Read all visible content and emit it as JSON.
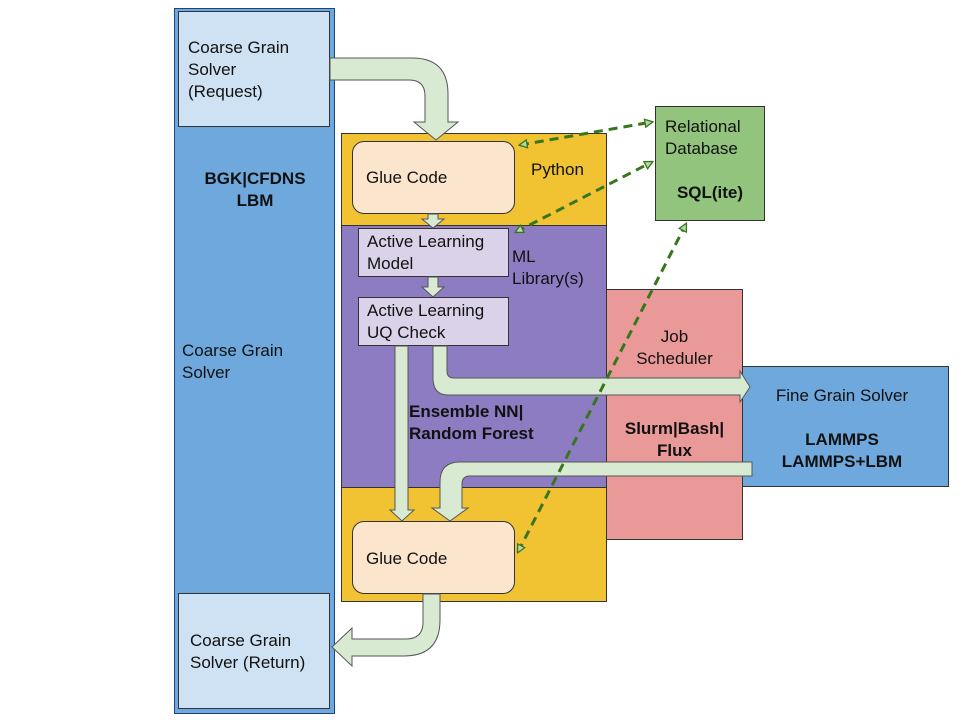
{
  "coarse_grain": {
    "request_label": "Coarse Grain\nSolver\n(Request)",
    "codes_label": "BGK|CFDNS\nLBM",
    "solver_label": "Coarse Grain\nSolver",
    "return_label": "Coarse Grain\nSolver (Return)"
  },
  "python": {
    "label": "Python"
  },
  "glue_code": {
    "top_label": "Glue Code",
    "bottom_label": "Glue Code"
  },
  "ml": {
    "library_label": "ML\nLibrary(s)",
    "model_label": "Active Learning\nModel",
    "uq_label": "Active Learning\nUQ Check",
    "methods_label": "Ensemble NN|\nRandom Forest"
  },
  "database": {
    "name_label": "Relational\nDatabase",
    "engine_label": "SQL(ite)"
  },
  "job_scheduler": {
    "label": "Job\nScheduler",
    "tools_label": "Slurm|Bash|\nFlux"
  },
  "fine_grain": {
    "label": "Fine Grain Solver",
    "codes_label": "LAMMPS\nLAMMPS+LBM"
  },
  "colors": {
    "coarse_dark": "#6fa8dc",
    "coarse_light": "#cfe2f3",
    "python": "#f1c232",
    "ml": "#8e7cc3",
    "ml_box": "#d9d2e9",
    "glue": "#fce5cd",
    "scheduler": "#ea9999",
    "database": "#93c47d",
    "flow_arrow": "#d9ead3",
    "db_link": "#38761d"
  }
}
